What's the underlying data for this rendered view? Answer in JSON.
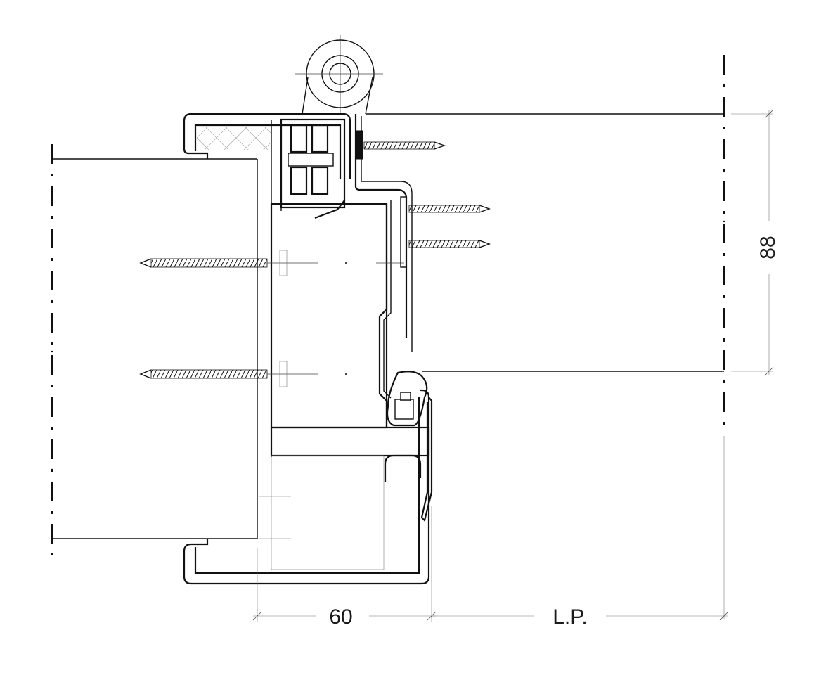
{
  "diagram": {
    "dimensions": {
      "width_label": "60",
      "opening_label": "L.P.",
      "height_label": "88"
    },
    "colors": {
      "line": "#111111",
      "hatch": "#9a9a9a",
      "background": "#ffffff"
    },
    "components": [
      "hinge-knuckle",
      "door-leaf-panel",
      "frame-profile",
      "wall-section-left",
      "wall-section-right",
      "gasket-seal",
      "fixing-screws"
    ]
  }
}
